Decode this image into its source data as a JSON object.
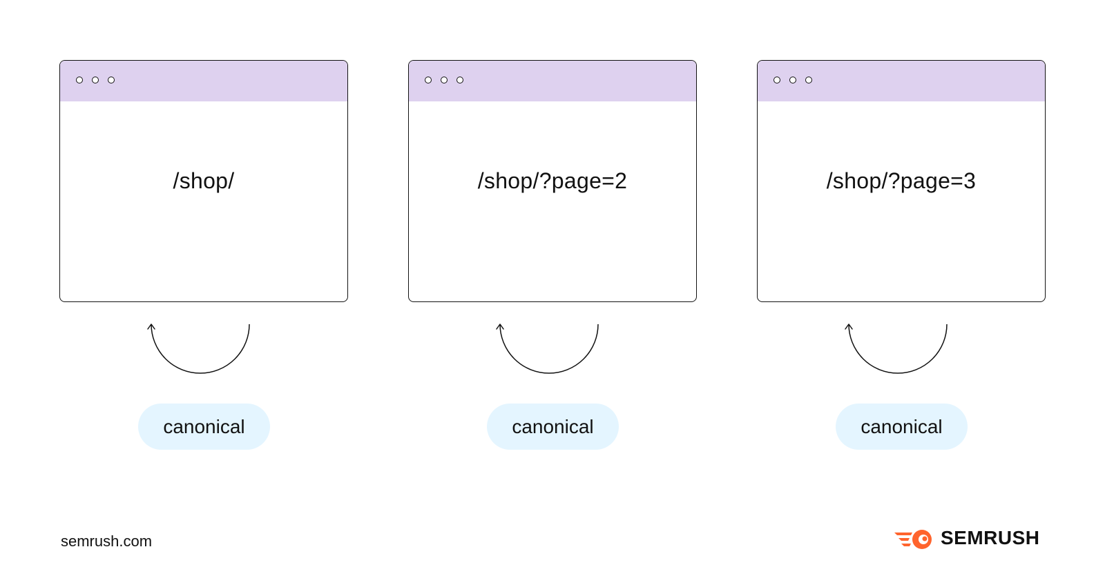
{
  "panels": [
    {
      "url": "/shop/",
      "label": "canonical"
    },
    {
      "url": "/shop/?page=2",
      "label": "canonical"
    },
    {
      "url": "/shop/?page=3",
      "label": "canonical"
    }
  ],
  "footer": {
    "domain": "semrush.com",
    "brand": "SEMRUSH"
  },
  "colors": {
    "title_bar": "#ded1ef",
    "pill": "#e4f5ff",
    "brand_orange": "#ff642d",
    "ink": "#111111"
  },
  "icons": {
    "window_controls": "three-dot-circles",
    "self_reference": "curved-arrow-up",
    "brand_logo": "semrush-flame-logo"
  }
}
